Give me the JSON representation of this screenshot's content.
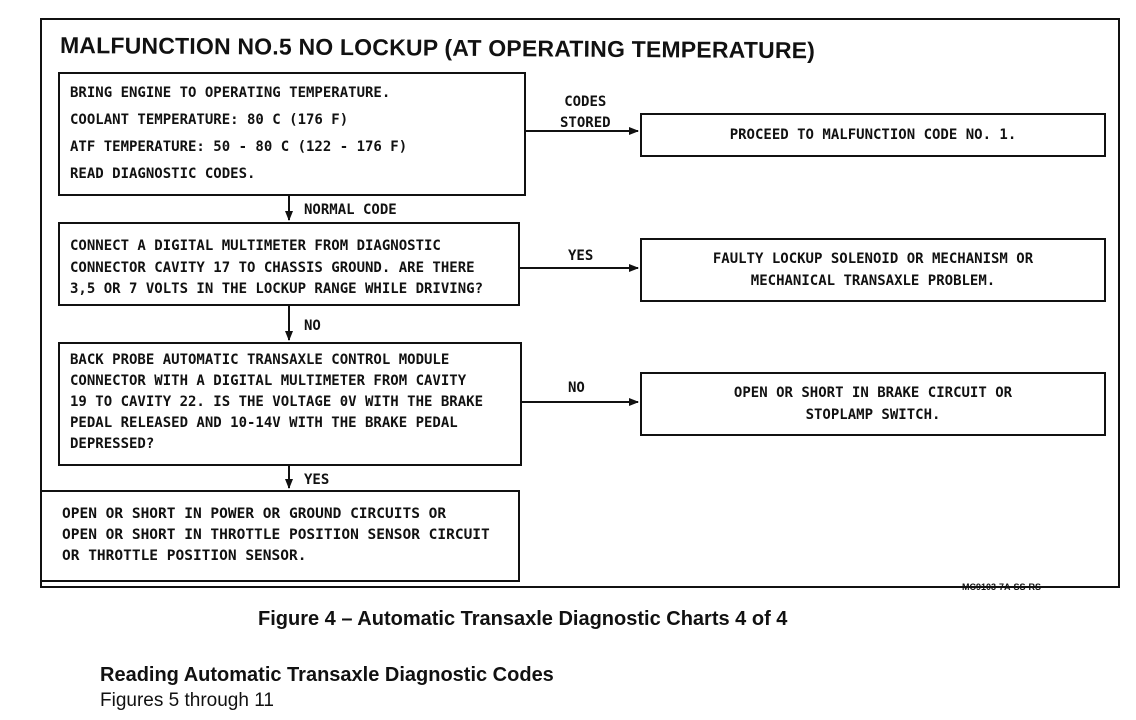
{
  "chart_title": "MALFUNCTION NO.5 NO LOCKUP (AT OPERATING TEMPERATURE)",
  "steps": {
    "step1": [
      "BRING ENGINE TO OPERATING TEMPERATURE.",
      "COOLANT TEMPERATURE: 80 C (176 F)",
      "ATF TEMPERATURE: 50  - 80 C (122  - 176 F)",
      "READ DIAGNOSTIC CODES."
    ],
    "step2": [
      "CONNECT A DIGITAL MULTIMETER FROM DIAGNOSTIC",
      "CONNECTOR CAVITY 17 TO CHASSIS GROUND. ARE THERE",
      "3,5 OR 7 VOLTS IN THE LOCKUP RANGE WHILE DRIVING?"
    ],
    "step3": [
      "BACK PROBE AUTOMATIC TRANSAXLE CONTROL MODULE",
      "CONNECTOR WITH A DIGITAL MULTIMETER FROM CAVITY",
      "19 TO CAVITY 22. IS THE VOLTAGE 0V WITH THE BRAKE",
      "PEDAL RELEASED AND 10-14V WITH THE BRAKE PEDAL",
      "DEPRESSED?"
    ],
    "step4": [
      "OPEN OR SHORT IN POWER OR GROUND CIRCUITS OR",
      "OPEN OR SHORT IN THROTTLE POSITION SENSOR CIRCUIT",
      "OR THROTTLE POSITION SENSOR."
    ]
  },
  "results": {
    "result1": [
      "PROCEED TO MALFUNCTION CODE NO. 1."
    ],
    "result2": [
      "FAULTY LOCKUP SOLENOID OR MECHANISM OR",
      "MECHANICAL TRANSAXLE PROBLEM."
    ],
    "result3": [
      "OPEN OR SHORT IN BRAKE CIRCUIT OR",
      "STOPLAMP SWITCH."
    ]
  },
  "flow_labels": {
    "codes_stored": [
      "CODES",
      "STORED"
    ],
    "normal_code": "NORMAL CODE",
    "yes_1": "YES",
    "no_1": "NO",
    "no_2": "NO",
    "yes_2": "YES"
  },
  "figure_code": "MC9103-7A-SS-RS",
  "caption": "Figure 4 – Automatic Transaxle Diagnostic Charts 4 of 4",
  "section": {
    "heading": "Reading Automatic Transaxle Diagnostic Codes",
    "subheading": "Figures 5 through 11"
  }
}
